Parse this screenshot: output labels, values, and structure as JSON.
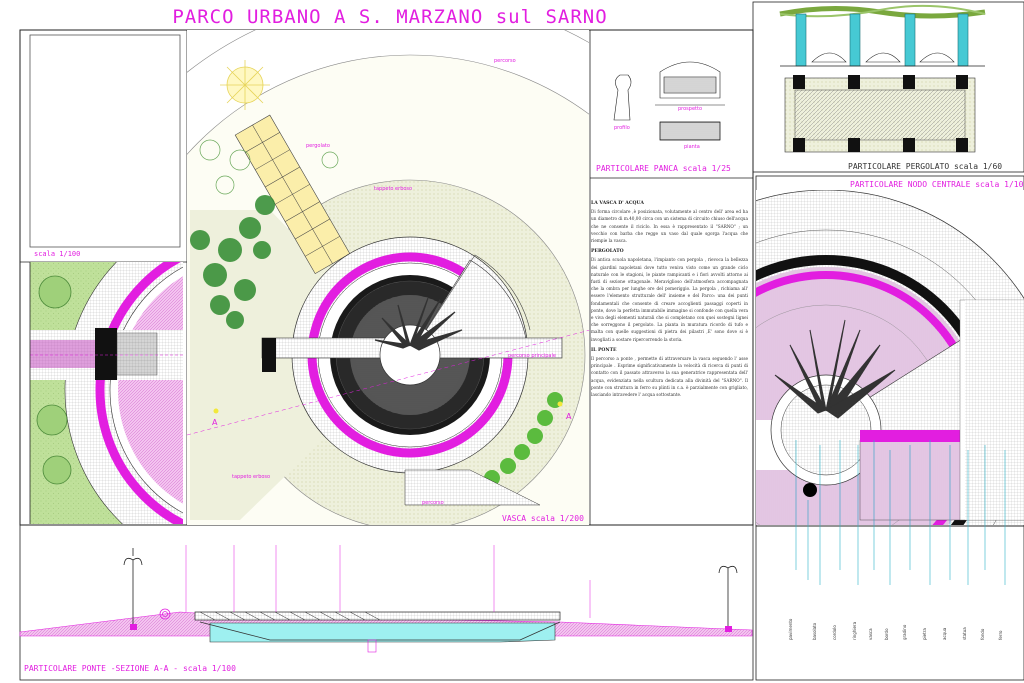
{
  "title": "PARCO URBANO A S. MARZANO sul SARNO",
  "captions": {
    "panca": "PARTICOLARE PANCA  scala 1/25",
    "pergolato": "PARTICOLARE PERGOLATO  scala 1/60",
    "nodo": "PARTICOLARE NODO CENTRALE  scala 1/100",
    "vasca": "VASCA  scala 1/200",
    "left_scale": "scala 1/100",
    "ponte": "PARTICOLARE PONTE -SEZIONE A-A - scala 1/100"
  },
  "panca_labels": {
    "profilo": "profilo",
    "prospetto": "prospetto",
    "pianta": "pianta"
  },
  "plan_labels": {
    "percorso_top": "percorso",
    "pergolato": "pergolato",
    "tappeto": "tappeto erboso",
    "percorso_principale": "percorso principale",
    "tappeto2": "tappeto erboso",
    "percorso_bottom": "percorso",
    "section_a1": "A",
    "section_a2": "A"
  },
  "text": {
    "h1": "LA VASCA D' ACQUA",
    "p1": "Di forma circolare ,è posizionata, volutamente al centro dell' area ed ha un diametro di m.40,00 circa con un sistema di circuito chiuso dell'acqua che ne consente il riciclo. In essa è rappresentato il \"SARNO\" ; un vecchio con barba che regge un vaso dal quale sgorga l'acqua che riempie la vasca.",
    "h2": "PERGOLATO",
    "p2": "Di antica scuola napoletana, l'impianto con pergola , rievoca la bellezza dei giardini napoletani dove tutto veniva visto come un grande ciclo naturale con le stagioni, le piante rampicanti e i fiori avvolti attorno ai fusti di sezione ottagonale. Meraviglioso dell'atmosfera accompagnata che la ombra per lunghe ore del pomeriggio. La pergola , richiama all' essere l'elemento strutturale dell' insieme e del Parco: una dei punti fondamentali che consente di creare accoglienti passaggi coperti in ponte, dove la perfetta immutabile immagine si confonde con quella vera e viva degli elementi naturali che si completano con quei sostegni lignei che sorreggono il pergolato. La pianta in muratura ricordo di tufo e malta con quelle suggestioni di pietra dei pilastri ,E' sono dove si è invogliati a sostare ripercorrendo la storia.",
    "h3": "IL PONTE",
    "p3": "Il percorso a ponte , permette di attraversare la vasca seguendo l' asse principale . Esprime significativamente la velocità di ricerca di punti di contatto con il passato attraverso la sua generatrice rappresentata dell' acqua, evidenziata nella scultura dedicata alla divinità del \"SARNO\". Il ponte con struttura in ferro su plinti in c.a. è parzialmente con grigliato, lasciando intravedere l' acqua sottostante."
  },
  "colors": {
    "accent": "#e21ee0",
    "water": "#9ef0f0",
    "grass": "#b9d98a",
    "tree": "#46a43a",
    "paving": "#cfcfcf"
  }
}
